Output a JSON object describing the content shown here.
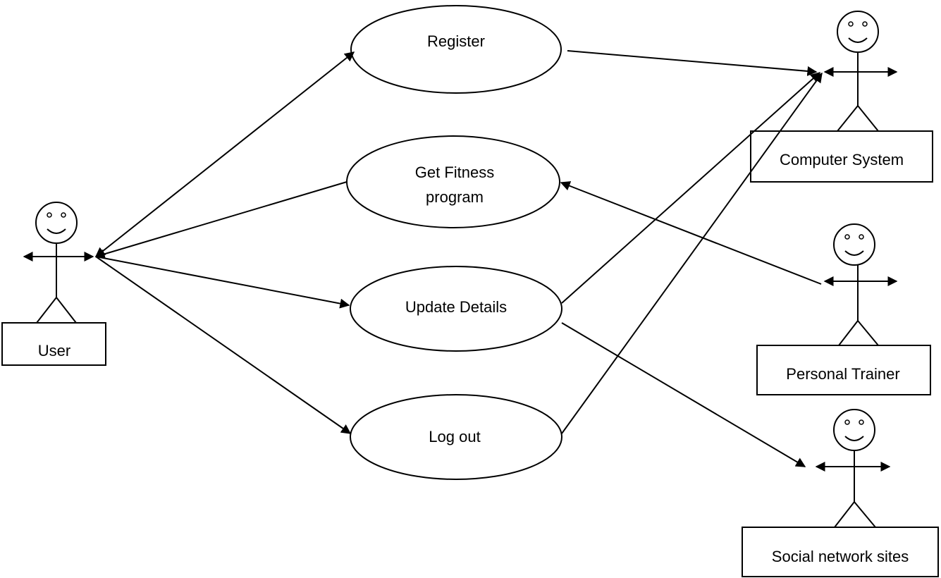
{
  "use_cases": {
    "register": {
      "label": "Register"
    },
    "fitness": {
      "line1": "Get Fitness",
      "line2": "program"
    },
    "update": {
      "label": "Update Details"
    },
    "logout": {
      "label": "Log out"
    }
  },
  "actors": {
    "user": {
      "label": "User"
    },
    "computer_system": {
      "label": "Computer System"
    },
    "personal_trainer": {
      "label": "Personal Trainer"
    },
    "social_network": {
      "label": "Social network sites"
    }
  },
  "colors": {
    "stroke": "#000000",
    "background": "#ffffff"
  }
}
